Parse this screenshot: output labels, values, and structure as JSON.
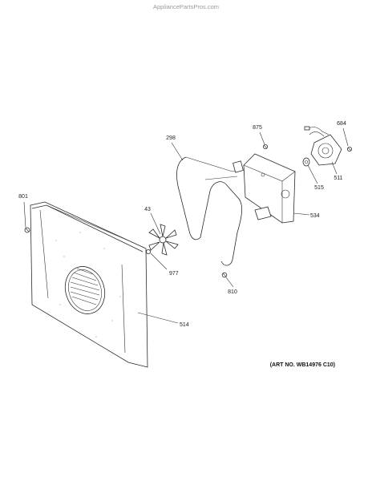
{
  "watermark": "AppliancePartsPros.com",
  "art_no": "(ART NO. WB14976 C10)",
  "parts": [
    {
      "id": "801"
    },
    {
      "id": "298"
    },
    {
      "id": "875"
    },
    {
      "id": "684"
    },
    {
      "id": "511"
    },
    {
      "id": "515"
    },
    {
      "id": "534"
    },
    {
      "id": "43"
    },
    {
      "id": "977"
    },
    {
      "id": "810"
    },
    {
      "id": "514"
    }
  ]
}
